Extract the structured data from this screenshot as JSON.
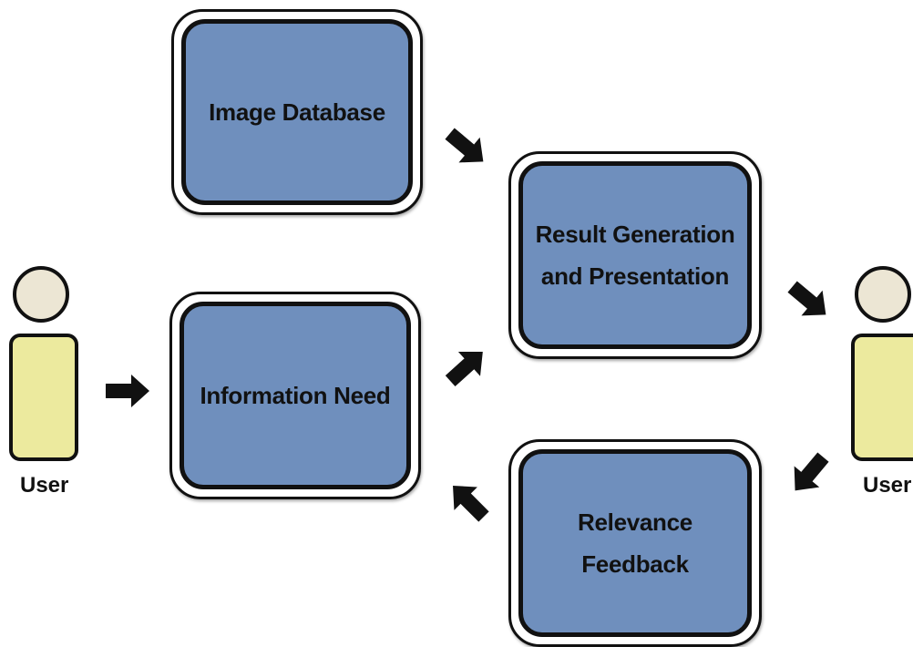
{
  "diagram": {
    "boxes": {
      "image_database": "Image Database",
      "information_need": "Information Need",
      "result_generation_line1": "Result Generation",
      "result_generation_line2": "and Presentation",
      "relevance_feedback": "Relevance Feedback"
    },
    "actors": {
      "left_user": "User",
      "right_user": "User"
    },
    "colors": {
      "box_fill": "#6f8fbd",
      "user_body": "#ecea9e",
      "user_head": "#ece6d4",
      "outline": "#111111"
    }
  }
}
